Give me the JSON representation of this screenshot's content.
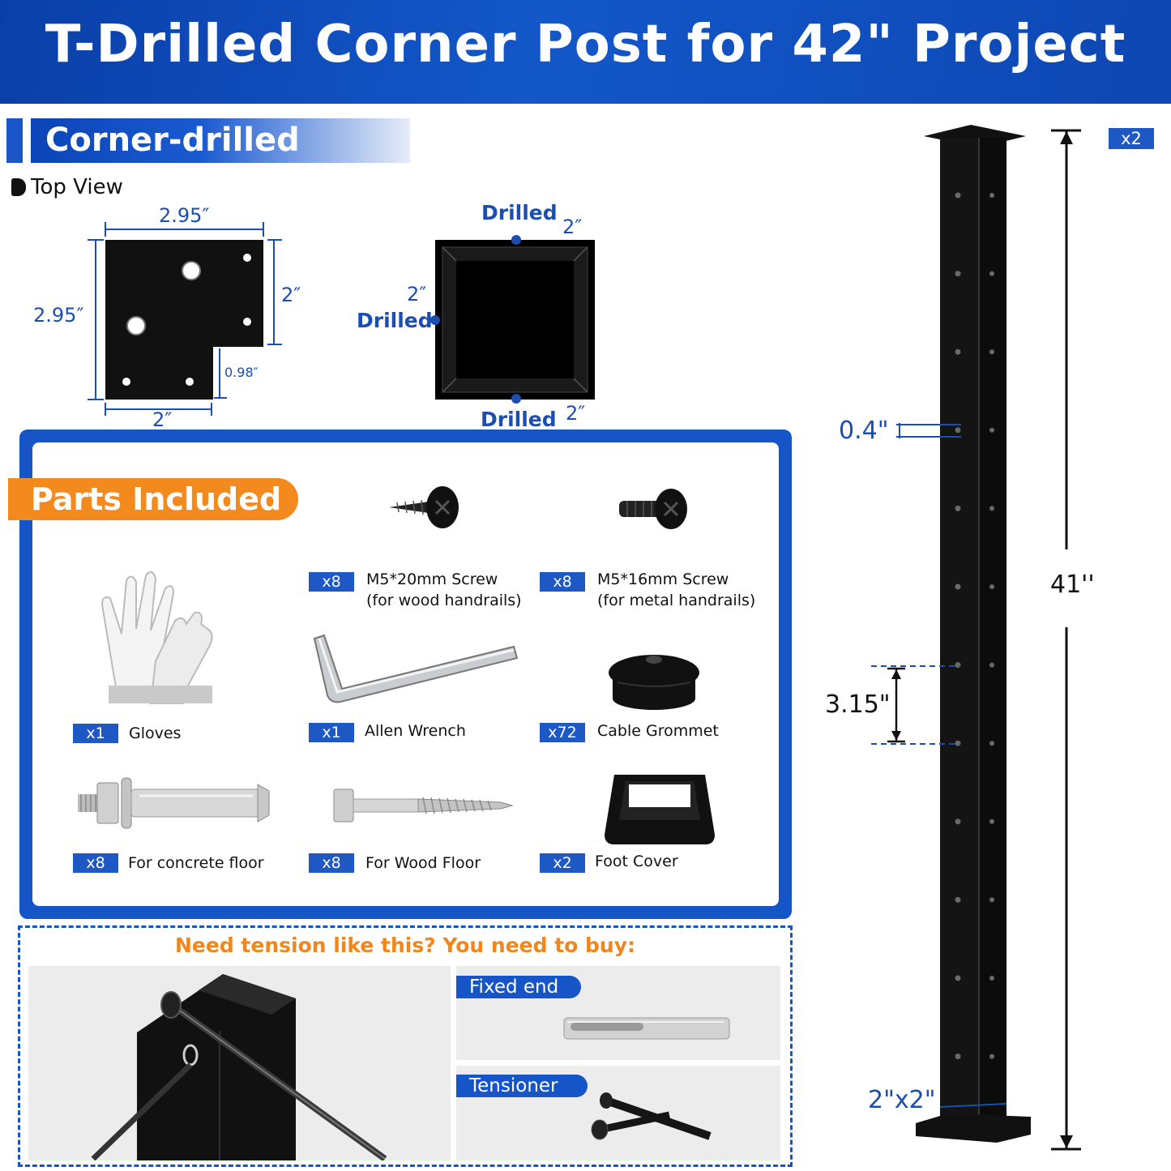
{
  "header": {
    "title": "T-Drilled Corner Post for 42\" Project"
  },
  "section": {
    "title": "Corner-drilled",
    "top_view": "Top View"
  },
  "plate_dims": {
    "top": "2.95″",
    "left": "2.95″",
    "right": "2″",
    "notch": "0.98″",
    "bottom": "2″"
  },
  "square_dims": {
    "drilled_top": "Drilled",
    "drilled_left": "Drilled",
    "drilled_bottom": "Drilled",
    "dim_top": "2″",
    "dim_left": "2″",
    "dim_bottom": "2″"
  },
  "parts": {
    "title": "Parts Included",
    "items": [
      {
        "qty": "x8",
        "line1": "M5*20mm Screw",
        "line2": "(for wood handrails)",
        "icon": "flat-screw-icon"
      },
      {
        "qty": "x8",
        "line1": "M5*16mm Screw",
        "line2": "(for metal handrails)",
        "icon": "machine-screw-icon"
      },
      {
        "qty": "x1",
        "line1": "Gloves",
        "icon": "gloves-icon"
      },
      {
        "qty": "x1",
        "line1": "Allen Wrench",
        "icon": "allen-wrench-icon"
      },
      {
        "qty": "x72",
        "line1": "Cable Grommet",
        "icon": "grommet-icon"
      },
      {
        "qty": "x8",
        "line1": "For concrete floor",
        "icon": "anchor-bolt-icon"
      },
      {
        "qty": "x8",
        "line1": "For Wood Floor",
        "icon": "lag-screw-icon"
      },
      {
        "qty": "x2",
        "line1": "Foot Cover",
        "icon": "foot-cover-icon"
      }
    ]
  },
  "tension": {
    "heading": "Need tension like this? You need to buy:",
    "fixed_end": "Fixed end",
    "tensioner": "Tensioner"
  },
  "post": {
    "qty": "x2",
    "height": "41''",
    "spacing": "3.15\"",
    "hole": "0.4\"",
    "size": "2\"x2\""
  },
  "colors": {
    "brand_blue": "#1555c7",
    "accent_orange": "#f38a1e",
    "post_black": "#111111"
  }
}
